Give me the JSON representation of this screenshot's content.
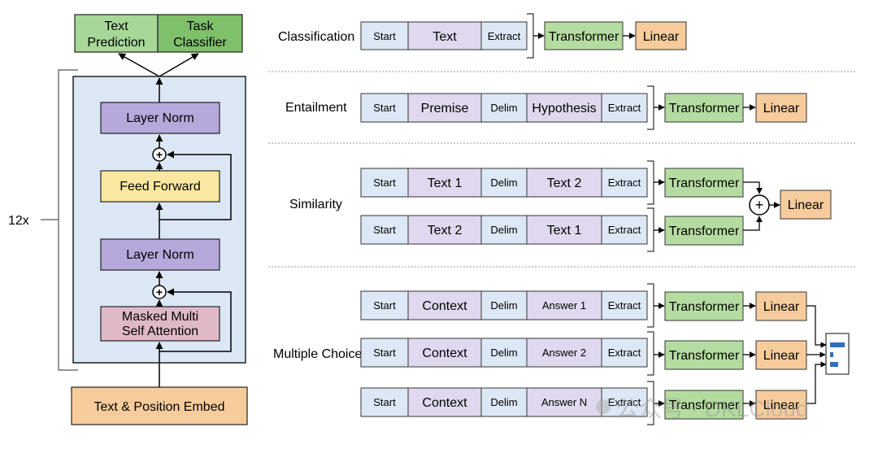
{
  "architecture": {
    "repeat_label": "12x",
    "heads": [
      {
        "label_line1": "Text",
        "label_line2": "Prediction",
        "color": "#a8d898"
      },
      {
        "label_line1": "Task",
        "label_line2": "Classifier",
        "color": "#7fc06b"
      }
    ],
    "layer_norm_top": "Layer Norm",
    "feed_forward": "Feed Forward",
    "layer_norm_bottom": "Layer Norm",
    "attention_line1": "Masked Multi",
    "attention_line2": "Self Attention",
    "embed": "Text & Position Embed",
    "plus_symbol": "+"
  },
  "tasks": {
    "classification": {
      "label": "Classification",
      "segments": [
        "Start",
        "Text",
        "Extract"
      ],
      "transformer": "Transformer",
      "linear": "Linear"
    },
    "entailment": {
      "label": "Entailment",
      "segments": [
        "Start",
        "Premise",
        "Delim",
        "Hypothesis",
        "Extract"
      ],
      "transformer": "Transformer",
      "linear": "Linear"
    },
    "similarity": {
      "label": "Similarity",
      "row1": [
        "Start",
        "Text 1",
        "Delim",
        "Text 2",
        "Extract"
      ],
      "row2": [
        "Start",
        "Text 2",
        "Delim",
        "Text 1",
        "Extract"
      ],
      "transformer": "Transformer",
      "linear": "Linear",
      "plus_symbol": "+"
    },
    "multiple_choice": {
      "label": "Multiple Choice",
      "row1": [
        "Start",
        "Context",
        "Delim",
        "Answer 1",
        "Extract"
      ],
      "row2": [
        "Start",
        "Context",
        "Delim",
        "Answer 2",
        "Extract"
      ],
      "row3": [
        "Start",
        "Context",
        "Delim",
        "Answer N",
        "Extract"
      ],
      "transformer": "Transformer",
      "linear": "Linear"
    }
  },
  "watermark": "公众号 · DKLCloud",
  "colors": {
    "start": "#dce8f5",
    "text": "#e0d8ee",
    "delim": "#dce8f5",
    "extract": "#dce8f5",
    "transformer": "#b5dca0",
    "linear": "#f6cc9c",
    "layer_norm": "#b7a8dc",
    "feed_forward": "#fbe8a0",
    "attention": "#e0b9c8",
    "embed": "#f6cc9c",
    "block_bg": "#dbe7f4"
  }
}
